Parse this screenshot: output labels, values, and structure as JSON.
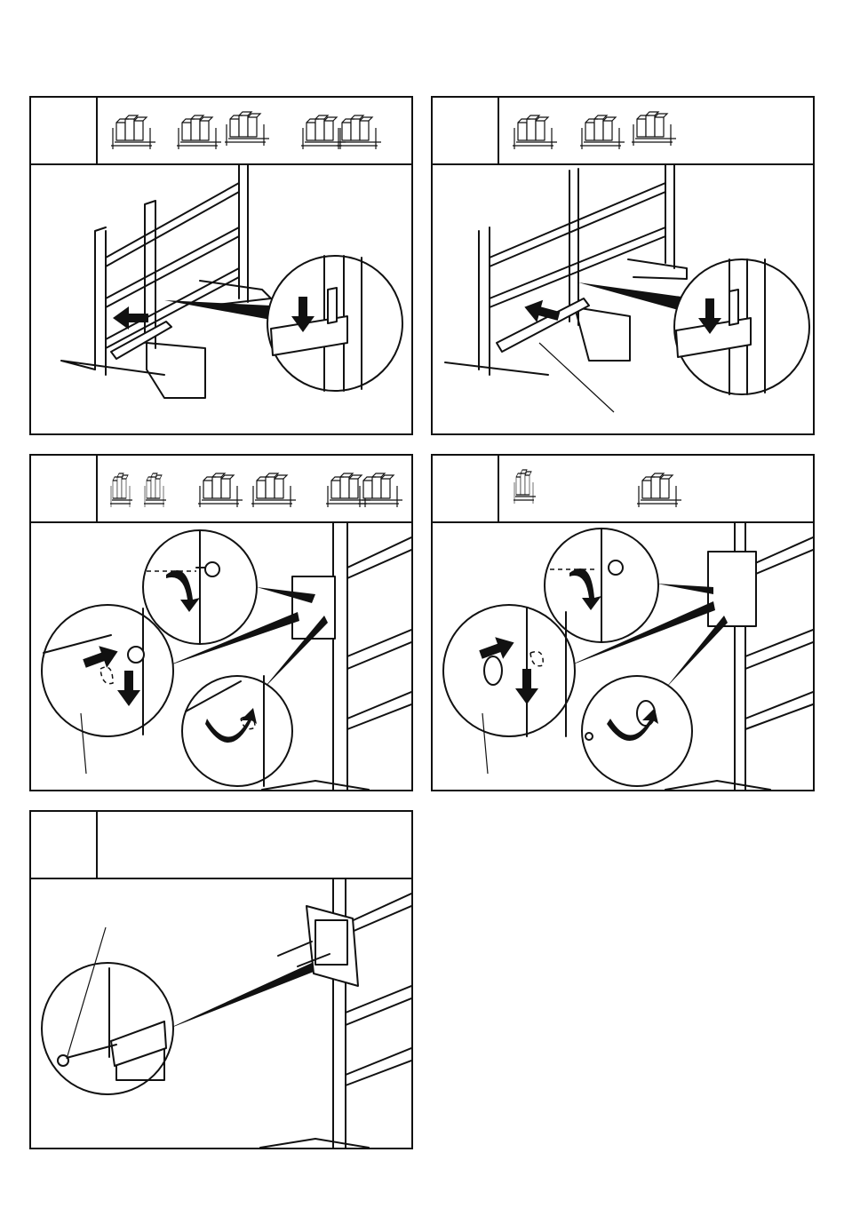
{
  "page": {
    "background": "#ffffff",
    "line_color": "#111111"
  },
  "panels": [
    {
      "id": "step-1",
      "number": "",
      "icons": [
        "shelf-unit-single-icon",
        "shelf-unit-double-icon",
        "shelf-unit-stacked-icon",
        "shelf-unit-corner-icon"
      ],
      "zoom_callout": "clip-in-slot"
    },
    {
      "id": "step-2",
      "number": "",
      "icons": [
        "shelf-unit-triple-icon",
        "shelf-unit-triple-icon",
        "shelf-unit-stacked-icon"
      ],
      "zoom_callout": "clip-in-slot"
    },
    {
      "id": "step-3",
      "number": "",
      "icons": [
        "shelf-unit-end-icon",
        "shelf-unit-end-icon",
        "shelf-unit-triple-icon",
        "shelf-unit-triple-icon",
        "shelf-unit-corner-icon"
      ],
      "zoom_callout": "bolt-keyhole"
    },
    {
      "id": "step-4",
      "number": "",
      "icons": [
        "shelf-unit-end-icon",
        "shelf-unit-stacked-icon"
      ],
      "zoom_callout": "bolt-keyhole"
    },
    {
      "id": "step-5",
      "number": "",
      "icons": [],
      "zoom_callout": "screw-into-bracket"
    }
  ]
}
